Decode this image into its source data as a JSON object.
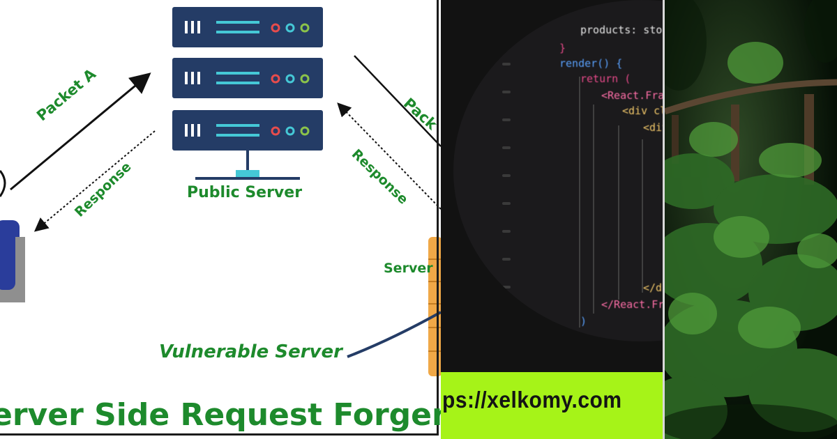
{
  "diagram": {
    "title": "erver Side Request Forger",
    "packet_a": "Packet A",
    "response_left": "Response",
    "packet_right": "Pack",
    "response_right": "Response",
    "public_server": "Public Server",
    "server_right": "Server",
    "vulnerable_server": "Vulnerable Server"
  },
  "code": {
    "lines": [
      "products: store",
      "}",
      "render() {",
      "return (",
      "<React.Frag",
      "<div cla",
      "<div",
      "</di",
      "</React.Frag",
      ")",
      "}"
    ],
    "url": "ps://xelkomy.com"
  },
  "colors": {
    "diagram_green": "#1d8a2c",
    "server_navy": "#243c66",
    "server_cyan": "#45c8d6",
    "url_bar_green": "#a6f318",
    "attacker_blue": "#2a3d9b",
    "db_orange": "#f0a847"
  },
  "icons": [
    "server-rack-icon",
    "attacker-figure-icon",
    "database-stack-icon"
  ]
}
